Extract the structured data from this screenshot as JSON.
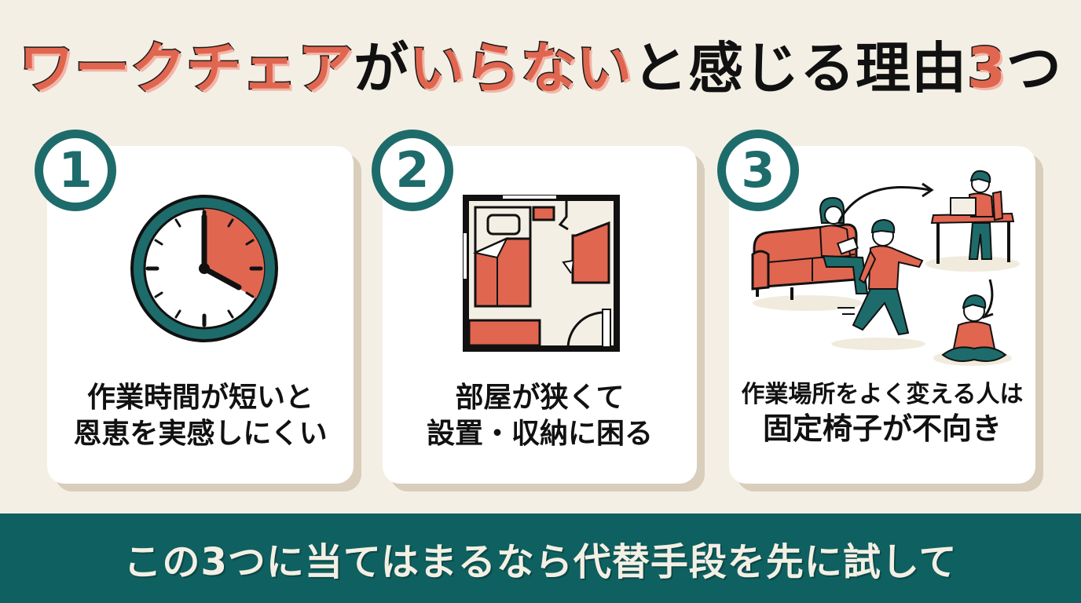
{
  "title": {
    "accent_part_1": "ワークチェア",
    "plain_part_1": "が",
    "accent_part_2": "いらない",
    "plain_part_2": "と感じる理由",
    "accent_part_3": "3",
    "plain_part_3": "つ"
  },
  "cards": [
    {
      "number": "1",
      "icon": "clock-icon",
      "caption_line1": "作業時間が短いと",
      "caption_line2": "恩恵を実感しにくい"
    },
    {
      "number": "2",
      "icon": "floor-plan-icon",
      "caption_line1": "部屋が狭くて",
      "caption_line2": "設置・収納に困る"
    },
    {
      "number": "3",
      "icon": "people-changing-workspace-icon",
      "caption_line1": "作業場所をよく変える人は",
      "caption_line2": "固定椅子が不向き"
    }
  ],
  "footer": {
    "text": "この3つに当てはまるなら代替手段を先に試して"
  },
  "colors": {
    "background": "#f4efe4",
    "accent_red": "#e06650",
    "teal": "#1e6b6b",
    "footer_teal": "#0f6060",
    "card_shadow": "#d9cdbc"
  }
}
